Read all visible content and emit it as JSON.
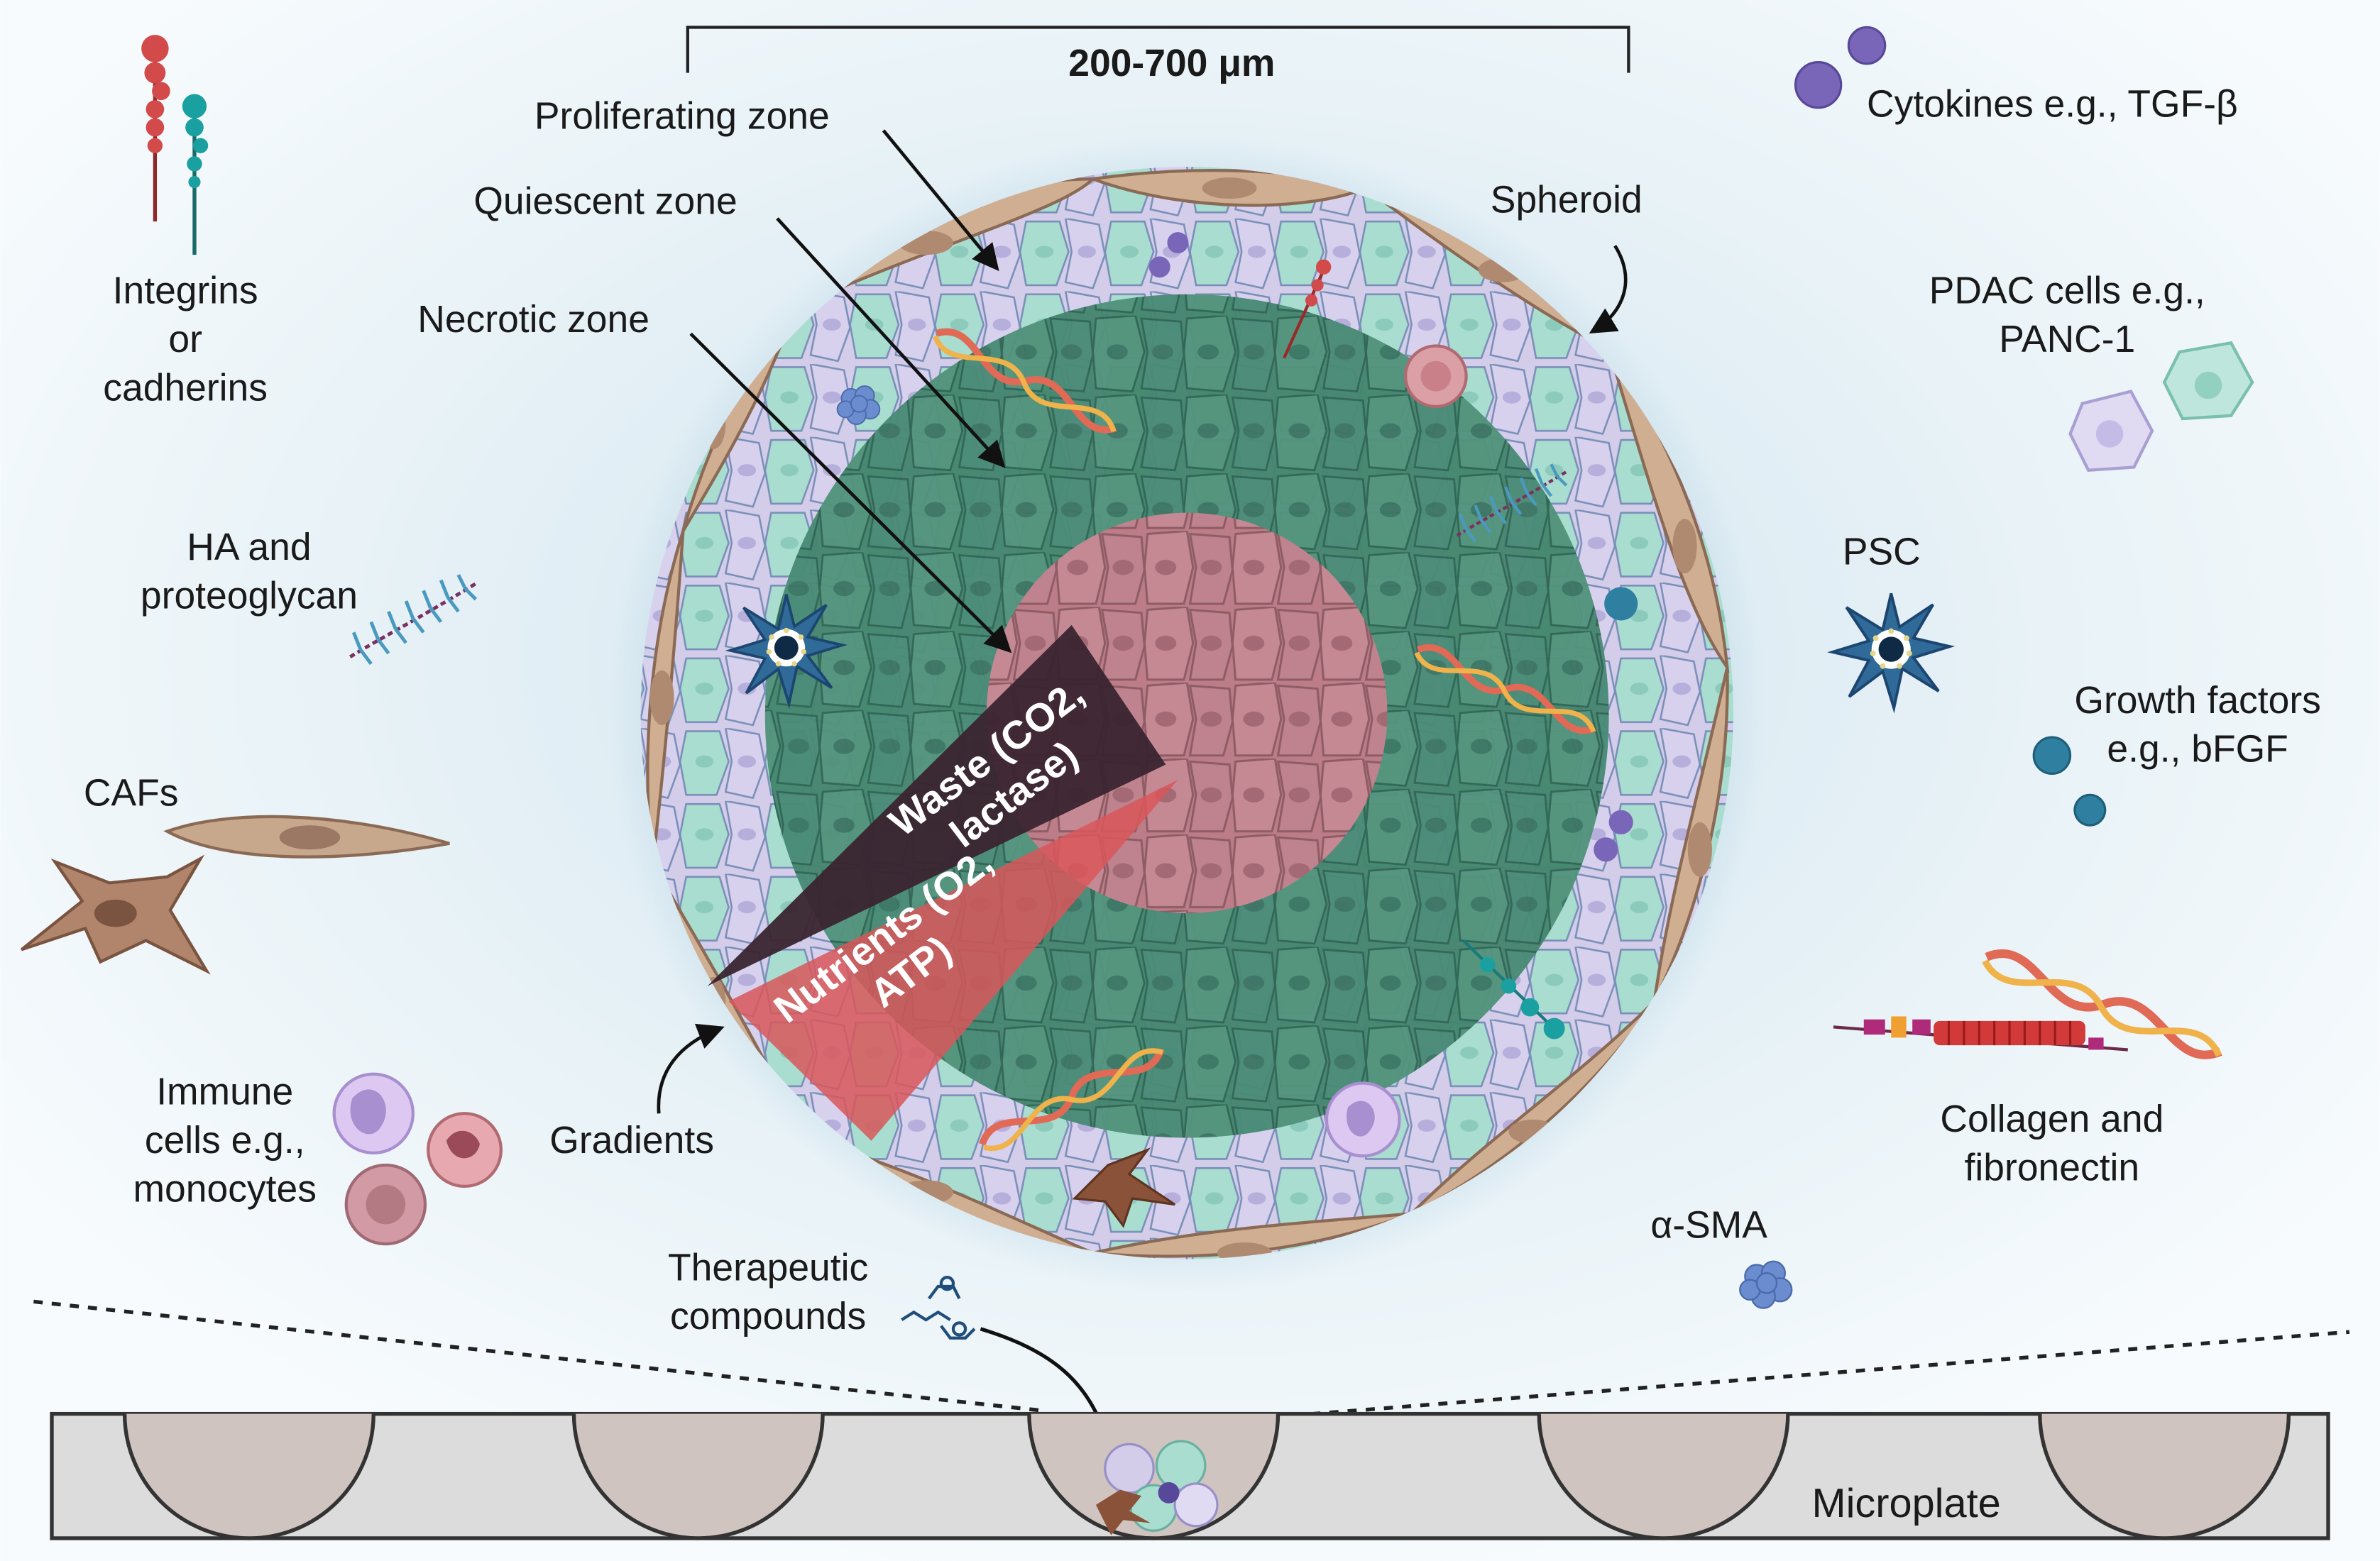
{
  "scale_bar": {
    "label": "200-700 μm"
  },
  "labels": {
    "proliferating": "Proliferating zone",
    "quiescent": "Quiescent zone",
    "necrotic": "Necrotic zone",
    "spheroid": "Spheroid",
    "gradients": "Gradients",
    "therapeutic": [
      "Therapeutic",
      "compounds"
    ],
    "microplate": "Microplate"
  },
  "gradient_arrows": {
    "waste": [
      "Waste (CO2,",
      "lactase)"
    ],
    "nutrients": [
      "Nutrients (O2,",
      "ATP)"
    ]
  },
  "legend_left": {
    "integrins": [
      "Integrins",
      "or",
      "cadherins"
    ],
    "ha": [
      "HA and",
      "proteoglycan"
    ],
    "cafs": "CAFs",
    "immune": [
      "Immune",
      "cells e.g.,",
      "monocytes"
    ]
  },
  "legend_right": {
    "cytokines": "Cytokines e.g., TGF-β",
    "pdac": [
      "PDAC cells e.g.,",
      "PANC-1"
    ],
    "psc": "PSC",
    "growth": [
      "Growth factors",
      "e.g., bFGF"
    ],
    "collagen": [
      "Collagen and",
      "fibronectin"
    ],
    "asma": "α-SMA"
  },
  "colors": {
    "background": "#eef6fa",
    "pdac_teal": "#a8ddd0",
    "pdac_lavender": "#d3cdea",
    "quiescent_green": "#4f9a80",
    "necrotic_pink": "#c98a9a",
    "caf_tan": "#c8a88c",
    "psc_blue": "#1f4e7a",
    "waste_dark": "#3a2430",
    "nutrients_red": "#d9575a",
    "plate_grey": "#dcdcdc",
    "well_fill": "#cfc4c0"
  }
}
